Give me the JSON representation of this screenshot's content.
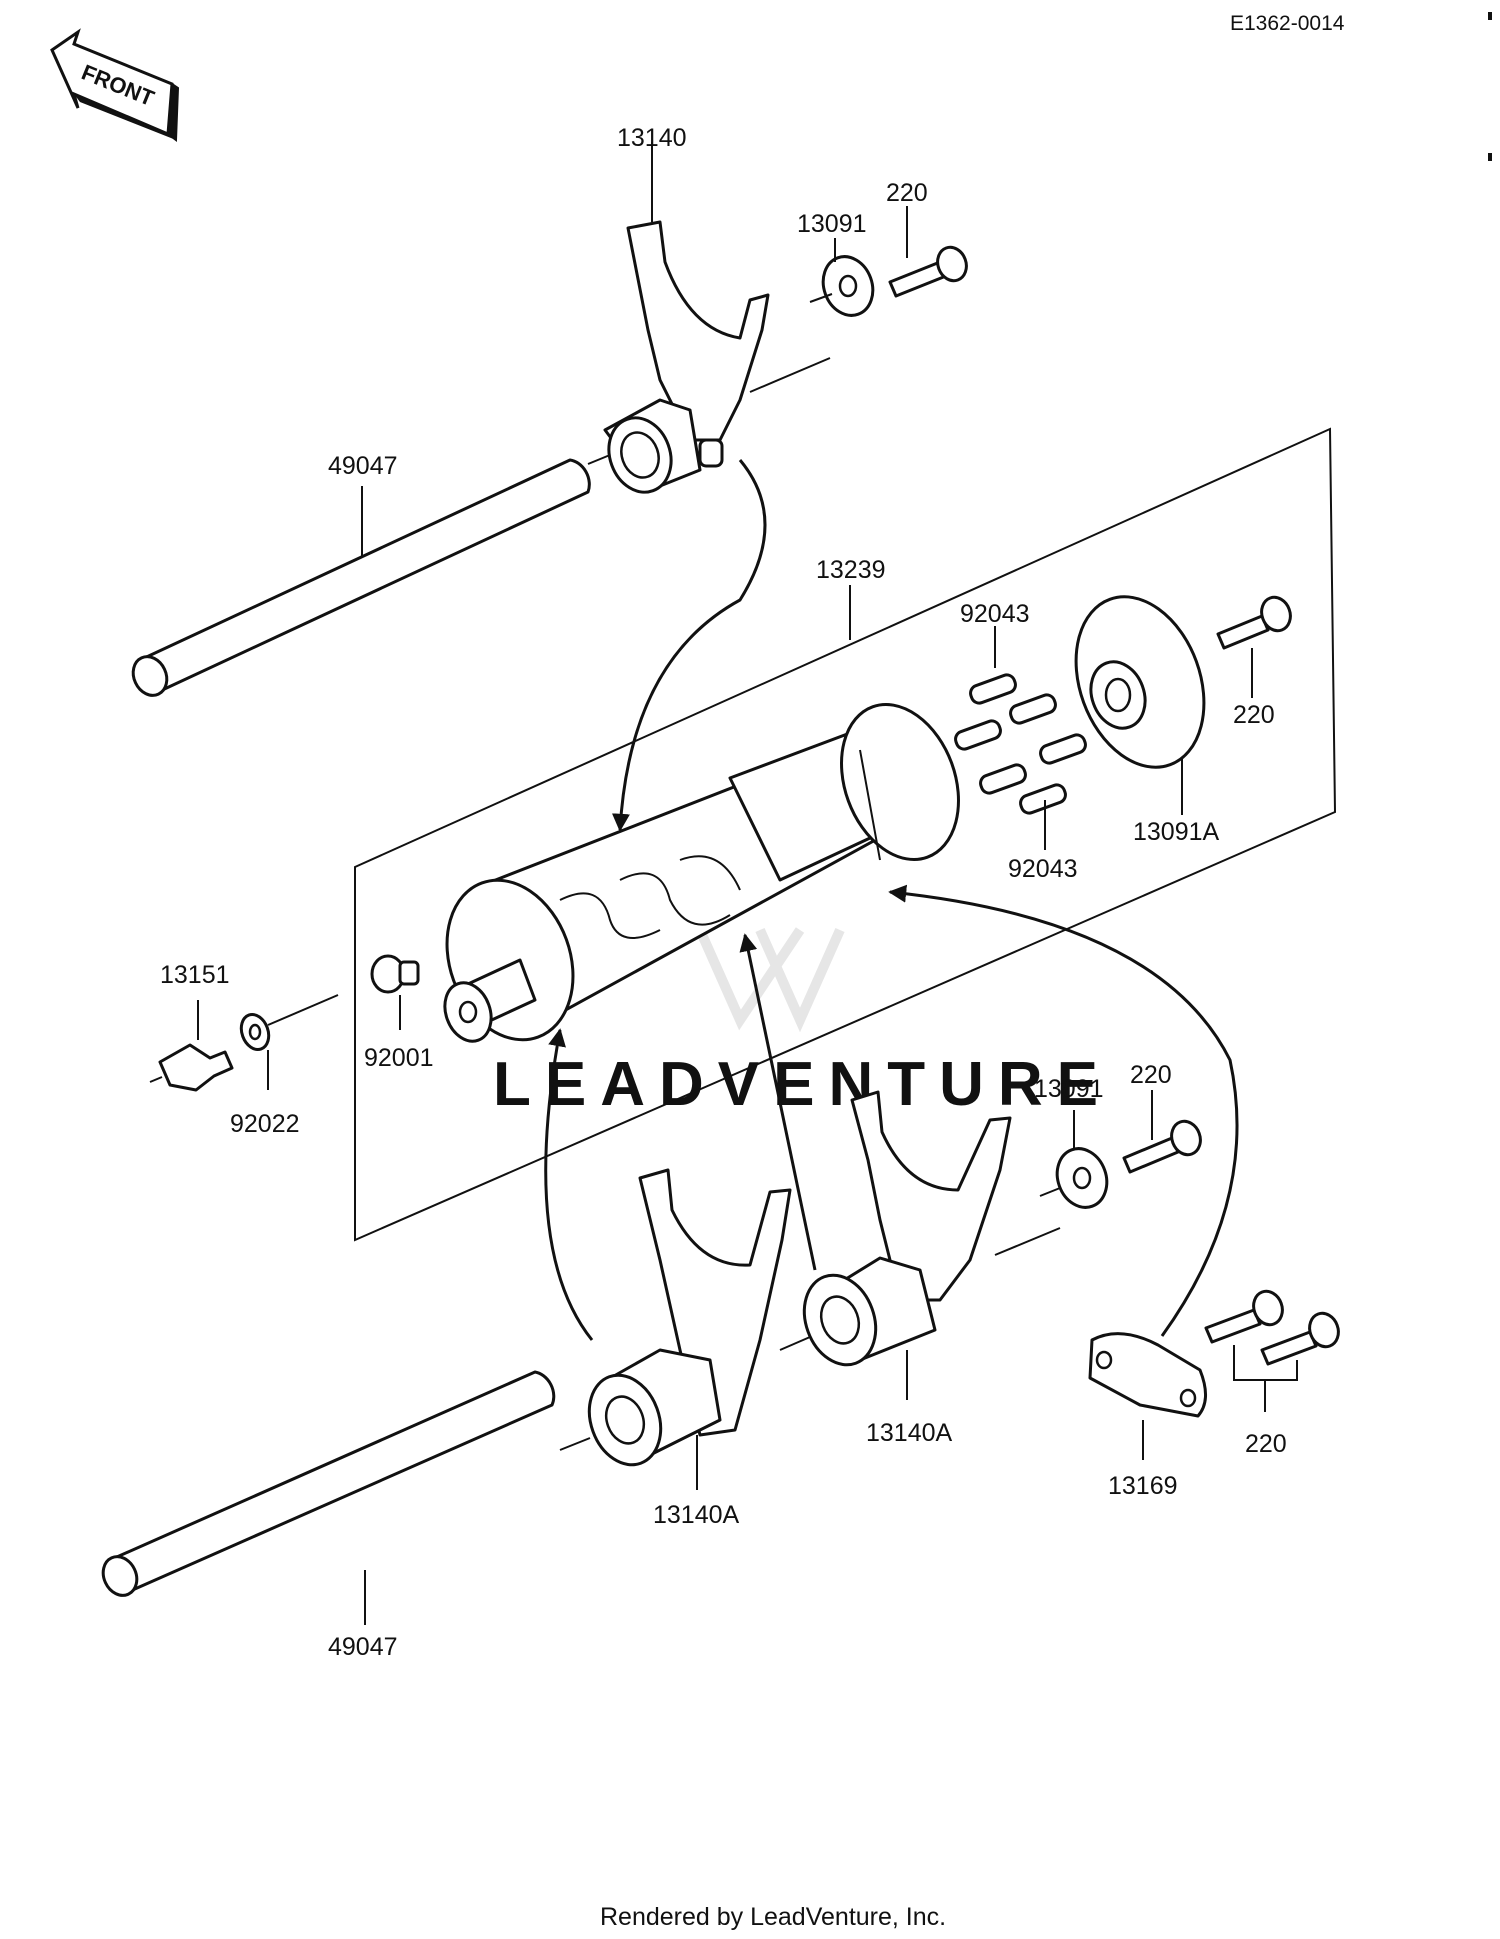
{
  "diagram_code": "E1362-0014",
  "front_arrow_label": "FRONT",
  "watermark": "LEADVENTURE",
  "footer": "Rendered by LeadVenture, Inc.",
  "callouts": {
    "fork_top": "13140",
    "washer_top": "13091",
    "bolt_top": "220",
    "shaft_top": "49047",
    "drum": "13239",
    "pins_top": "92043",
    "plate": "13091A",
    "bolt_plate": "220",
    "pins_bottom": "92043",
    "switch": "13151",
    "washer_switch": "92022",
    "plug": "92001",
    "washer_mid": "13091",
    "bolt_mid": "220",
    "fork_mid": "13140A",
    "fork_low": "13140A",
    "stopper": "13169",
    "bolts_stopper": "220",
    "shaft_bottom": "49047"
  }
}
